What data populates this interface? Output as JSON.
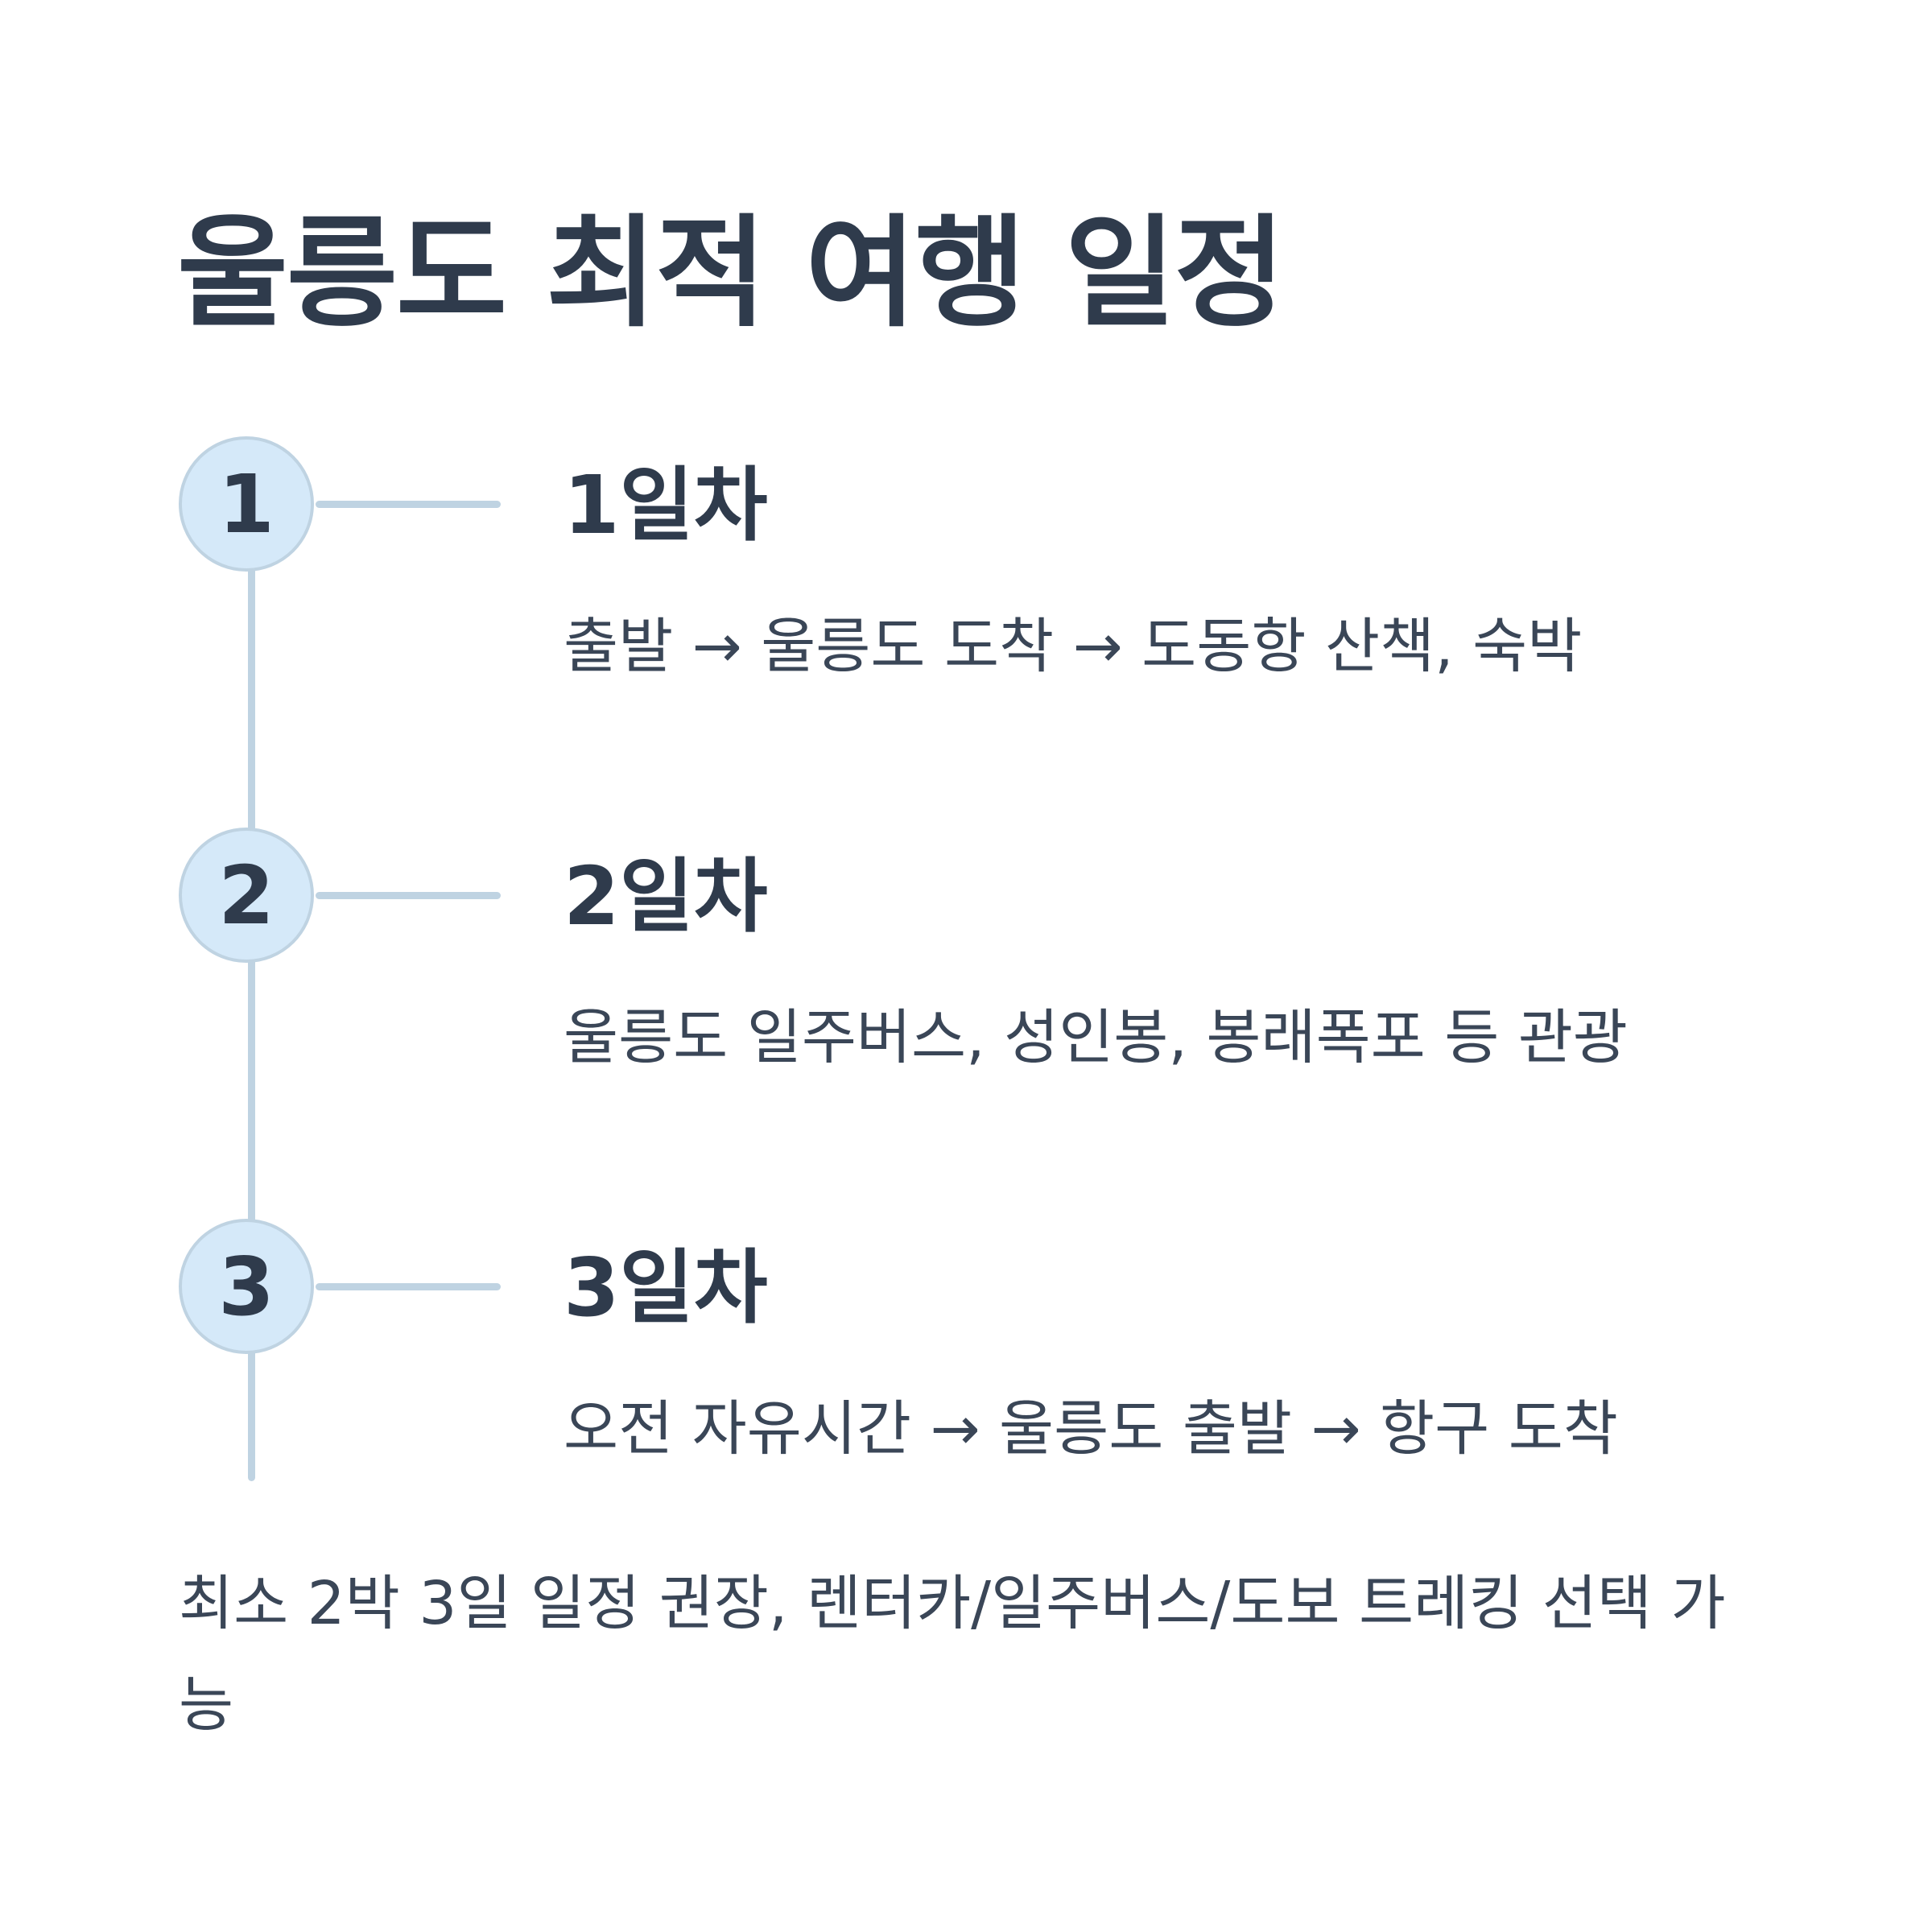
{
  "title": "울릉도 최적 여행 일정",
  "steps": [
    {
      "number": "1",
      "title": "1일차",
      "desc": "출발 → 울릉도 도착 → 도동항 산책, 숙박"
    },
    {
      "number": "2",
      "title": "2일차",
      "desc": "울릉도 일주버스, 성인봉, 봉래폭포 등 관광"
    },
    {
      "number": "3",
      "title": "3일차",
      "desc": "오전 자유시간 → 울릉도 출발 → 항구 도착"
    }
  ],
  "footnote": "최소 2박 3일 일정 권장, 렌터카/일주버스/도보 트레킹 선택 가능",
  "colors": {
    "text": "#2f3b4c",
    "marker_fill": "#d5e9f9",
    "line": "#bfd3e2"
  }
}
